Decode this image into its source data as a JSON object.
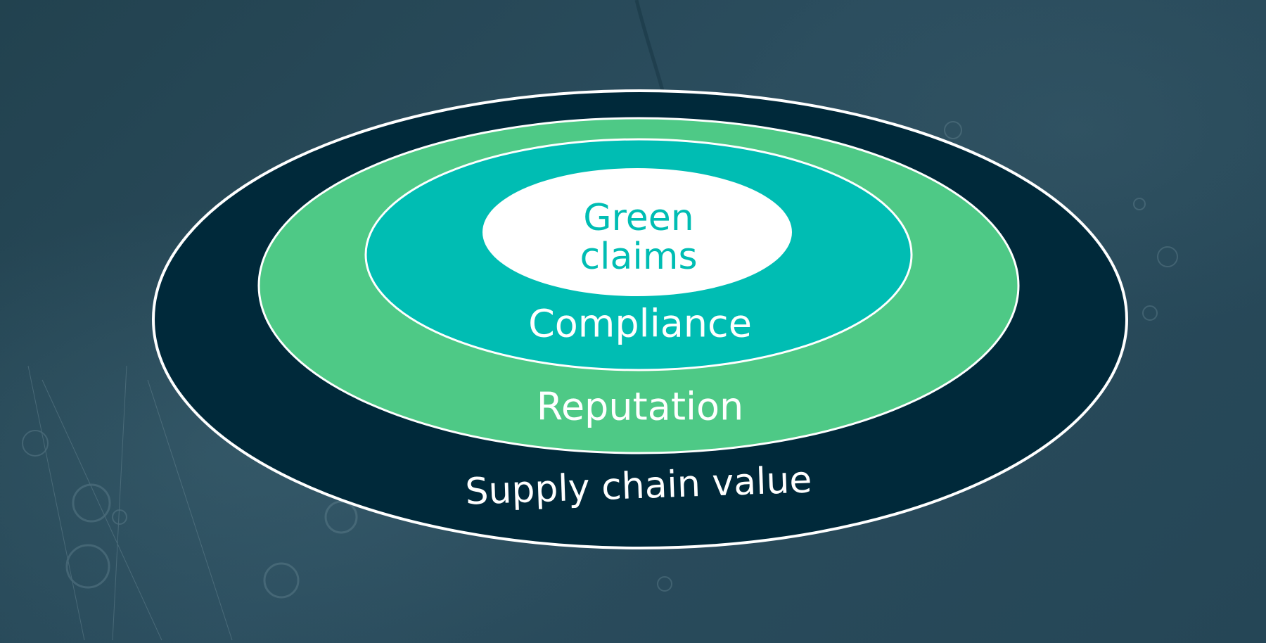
{
  "diagram": {
    "rings": [
      {
        "id": "supply-chain-value",
        "label": "Supply chain value",
        "fill": "#00293a",
        "text_color": "#ffffff"
      },
      {
        "id": "reputation",
        "label": "Reputation",
        "fill": "#4ec986",
        "text_color": "#ffffff"
      },
      {
        "id": "compliance",
        "label": "Compliance",
        "fill": "#00bdb3",
        "text_color": "#ffffff"
      },
      {
        "id": "green-claims",
        "label_line1": "Green",
        "label_line2": "claims",
        "fill": "#ffffff",
        "text_color": "#00bdb3"
      }
    ],
    "outline_color": "#ffffff",
    "background_color": "#27485a"
  }
}
